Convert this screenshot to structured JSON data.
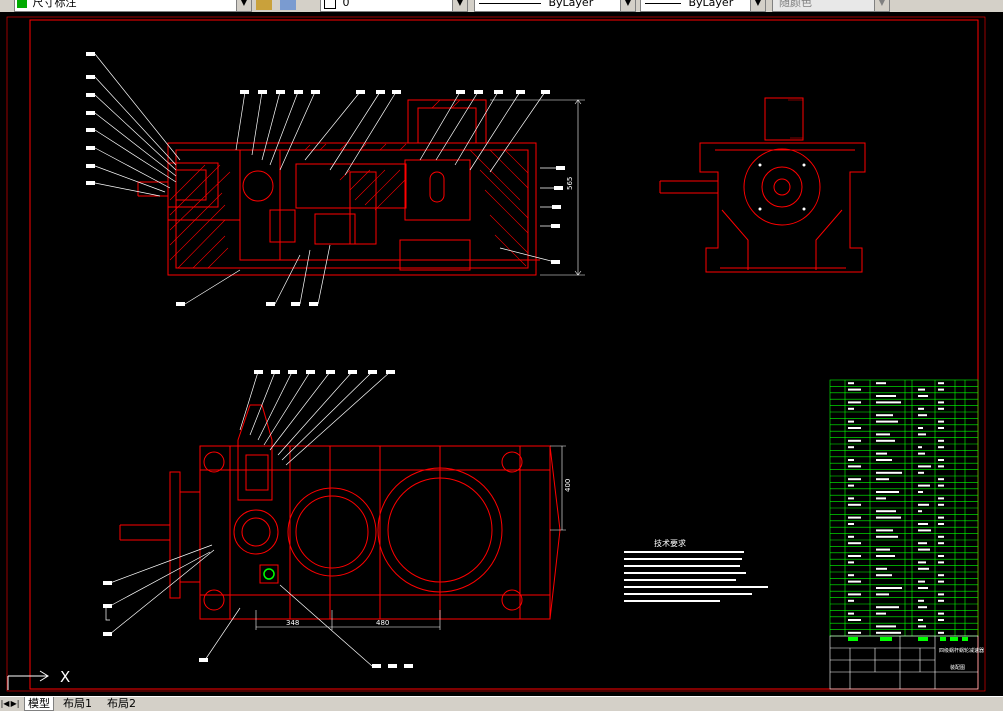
{
  "toolbar": {
    "dimstyle_value": "尺寸标注",
    "layer_value": "0",
    "linetype_value": "ByLayer",
    "lineweight_value": "ByLayer",
    "plotstyle_value": "随颜色"
  },
  "drawing": {
    "dimension_top_height": "565",
    "dimension_plan_height": "400",
    "dimension_plan_left": "348",
    "dimension_plan_right": "480",
    "tech_title": "技术要求",
    "title_block_name": "四级蜗杆蜗轮减速器",
    "title_block_drawing": "装配图"
  },
  "ucs": {
    "axis_x_label": "X"
  },
  "tabs": [
    {
      "label": "模型",
      "active": true
    },
    {
      "label": "布局1",
      "active": false
    },
    {
      "label": "布局2",
      "active": false
    }
  ],
  "colors": {
    "background": "#000000",
    "geometry": "#ff0000",
    "annotation": "#ffffff",
    "table": "#00ff00"
  }
}
